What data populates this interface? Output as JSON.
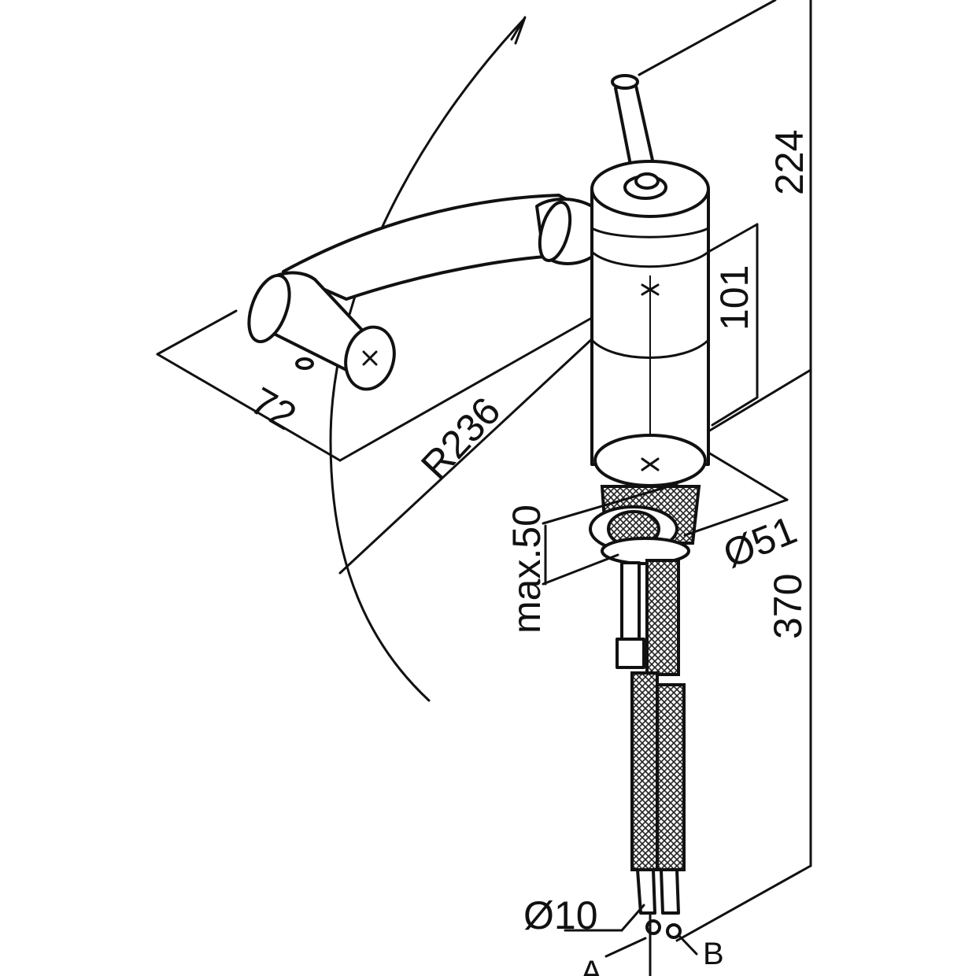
{
  "drawing": {
    "dimensions": {
      "height_top": "224",
      "body_height": "101",
      "spout_width": "72",
      "swivel_radius": "R236",
      "deck_thickness": "max.50",
      "base_diameter": "Ø51",
      "total_height": "370",
      "hose_diameter": "Ø10"
    },
    "hose_labels": {
      "a": "A",
      "b": "B"
    }
  }
}
